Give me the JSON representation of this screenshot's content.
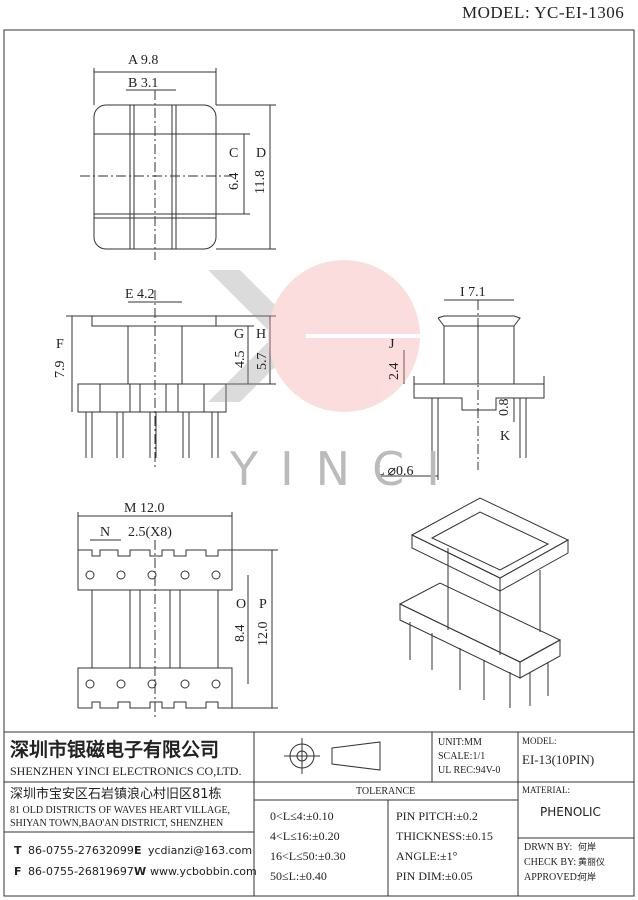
{
  "model": "MODEL: YC-EI-1306",
  "dims": {
    "A": "A 9.8",
    "B": "B 3.1",
    "C": "C",
    "C_val": "6.4",
    "D": "D",
    "D_val": "11.8",
    "E": "E 4.2",
    "F": "F",
    "F_val": "7.9",
    "G": "G",
    "G_val": "4.5",
    "H": "H",
    "H_val": "5.7",
    "I": "I 7.1",
    "J": "J",
    "J_val": "2.4",
    "K": "K",
    "K_val": "0.8",
    "L": "L ⌀0.6",
    "M": "M 12.0",
    "N": "N",
    "N_val": "2.5(X8)",
    "O": "O",
    "O_val": "8.4",
    "P": "P",
    "P_val": "12.0"
  },
  "watermark": "YINCI",
  "company": {
    "name_cn": "深圳市银磁电子有限公司",
    "name_en": "SHENZHEN YINCI ELECTRONICS CO,LTD.",
    "address_cn": "深圳市宝安区石岩镇浪心村旧区81栋",
    "address_en1": "81 OLD DISTRICTS OF WAVES HEART VILLAGE,",
    "address_en2": "SHIYAN TOWN,BAO'AN DISTRICT, SHENZHEN",
    "tel_label": "T",
    "tel": "86-0755-27632099",
    "email_label": "E",
    "email": "ycdianzi@163.com",
    "fax_label": "F",
    "fax": "86-0755-26819697",
    "web_label": "W",
    "web": "www.ycbobbin.com"
  },
  "spec": {
    "unit": "UNIT:MM",
    "scale": "SCALE:1/1",
    "ul": "UL REC:94V-0",
    "model_label": "MODEL:",
    "model_value": "EI-13(10PIN)",
    "material_label": "MATERIAL:",
    "material_value": "PHENOLIC",
    "tolerance_label": "TOLERANCE",
    "tol1": "0<L≤4:±0.10",
    "tol2": "4<L≤16:±0.20",
    "tol3": "16<L≤50:±0.30",
    "tol4": "50≤L:±0.40",
    "pin_pitch": "PIN PITCH:±0.2",
    "thickness": "THICKNESS:±0.15",
    "angle": "ANGLE:±1°",
    "pin_dim": "PIN DIM:±0.05",
    "drwn": "DRWN BY:",
    "drwn_name": "何岸",
    "check": "CHECK BY:",
    "check_name": "黄丽仪",
    "approved": "APPROVED:",
    "approved_name": "何岸"
  }
}
